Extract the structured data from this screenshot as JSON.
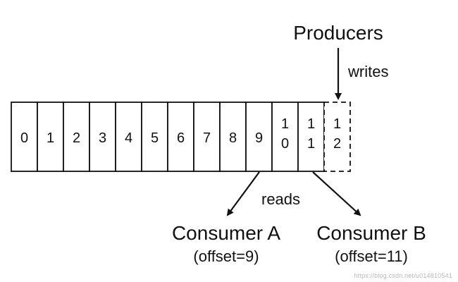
{
  "producers": {
    "title": "Producers",
    "action": "writes"
  },
  "log": {
    "cells": [
      {
        "label": "0",
        "style": "solid"
      },
      {
        "label": "1",
        "style": "solid"
      },
      {
        "label": "2",
        "style": "solid"
      },
      {
        "label": "3",
        "style": "solid"
      },
      {
        "label": "4",
        "style": "solid"
      },
      {
        "label": "5",
        "style": "solid"
      },
      {
        "label": "6",
        "style": "solid"
      },
      {
        "label": "7",
        "style": "solid"
      },
      {
        "label": "8",
        "style": "solid"
      },
      {
        "label": "9",
        "style": "solid"
      },
      {
        "label": "10",
        "style": "solid"
      },
      {
        "label": "11",
        "style": "solid"
      },
      {
        "label": "12",
        "style": "dashed"
      }
    ]
  },
  "readers": {
    "action": "reads",
    "consumers": [
      {
        "name": "Consumer A",
        "offset_label": "(offset=9)"
      },
      {
        "name": "Consumer B",
        "offset_label": "(offset=11)"
      }
    ]
  },
  "watermark": "https://blog.csdn.net/u014810541"
}
